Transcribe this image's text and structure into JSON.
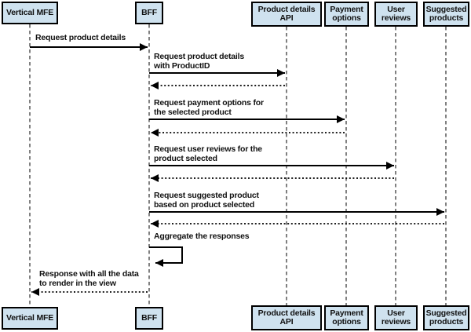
{
  "colors": {
    "actor_fill": "#cfe2ef",
    "actor_border": "#000000",
    "message_line": "#000000",
    "lifeline": "#3d3d3d"
  },
  "actors": [
    {
      "label": "Vertical MFE"
    },
    {
      "label": "BFF"
    },
    {
      "label": "Product details\nAPI"
    },
    {
      "label": "Payment\noptions"
    },
    {
      "label": "User\nreviews"
    },
    {
      "label": "Suggested\nproducts"
    }
  ],
  "messages": [
    {
      "from": "Vertical MFE",
      "to": "BFF",
      "style": "solid",
      "label": "Request product details"
    },
    {
      "from": "BFF",
      "to": "Product details API",
      "style": "solid",
      "label": "Request product details\nwith ProductID"
    },
    {
      "from": "Product details API",
      "to": "BFF",
      "style": "dotted-return",
      "label": ""
    },
    {
      "from": "BFF",
      "to": "Payment options",
      "style": "solid",
      "label": "Request payment options for\nthe selected product"
    },
    {
      "from": "Payment options",
      "to": "BFF",
      "style": "dotted-return",
      "label": ""
    },
    {
      "from": "BFF",
      "to": "User reviews",
      "style": "solid",
      "label": "Request user reviews for the\nproduct selected"
    },
    {
      "from": "User reviews",
      "to": "BFF",
      "style": "dotted-return",
      "label": ""
    },
    {
      "from": "BFF",
      "to": "Suggested products",
      "style": "solid",
      "label": "Request suggested product\nbased on product selected"
    },
    {
      "from": "Suggested products",
      "to": "BFF",
      "style": "dotted-return",
      "label": ""
    },
    {
      "from": "BFF",
      "to": "BFF",
      "style": "self-call",
      "label": "Aggregate the responses"
    },
    {
      "from": "BFF",
      "to": "Vertical MFE",
      "style": "dotted-return",
      "label": "Response with all the data\nto render in the view"
    }
  ]
}
